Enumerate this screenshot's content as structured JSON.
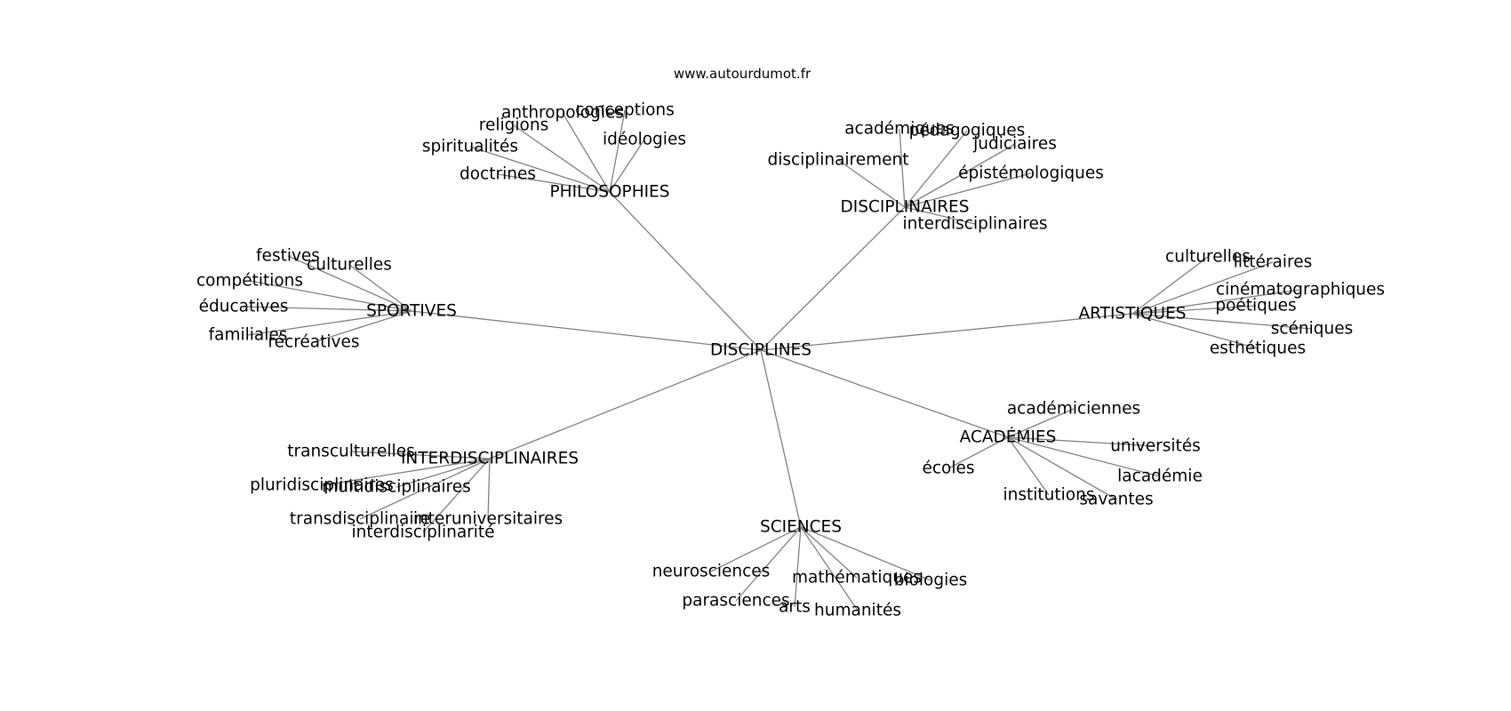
{
  "header": {
    "source": "www.autourdumot.fr"
  },
  "colors": {
    "edge": "#808080",
    "text": "#000000",
    "background": "#ffffff"
  },
  "graph": {
    "center": "DISCIPLINES",
    "groups": [
      {
        "hub": "PHILOSOPHIES",
        "leaves": [
          "anthropologies",
          "conceptions",
          "religions",
          "idéologies",
          "spiritualités",
          "doctrines"
        ]
      },
      {
        "hub": "DISCIPLINAIRES",
        "leaves": [
          "académiques",
          "pédagogiques",
          "judiciaires",
          "disciplinairement",
          "épistémologiques",
          "interdisciplinaires"
        ]
      },
      {
        "hub": "SPORTIVES",
        "leaves": [
          "festives",
          "culturelles",
          "compétitions",
          "éducatives",
          "familiales",
          "récréatives"
        ]
      },
      {
        "hub": "ARTISTIQUES",
        "leaves": [
          "culturelles",
          "littéraires",
          "cinématographiques",
          "poétiques",
          "scéniques",
          "esthétiques"
        ]
      },
      {
        "hub": "ACADÉMIES",
        "leaves": [
          "académiciennes",
          "universités",
          "écoles",
          "lacadémie",
          "institutions",
          "savantes"
        ]
      },
      {
        "hub": "INTERDISCIPLINAIRES",
        "leaves": [
          "transculturelles",
          "pluridisciplinaires",
          "multidisciplinaires",
          "transdisciplinaire",
          "interuniversitaires",
          "interdisciplinarité"
        ]
      },
      {
        "hub": "SCIENCES",
        "leaves": [
          "neurosciences",
          "mathématiques",
          "biologies",
          "parasciences",
          "arts",
          "humanités"
        ]
      }
    ]
  }
}
